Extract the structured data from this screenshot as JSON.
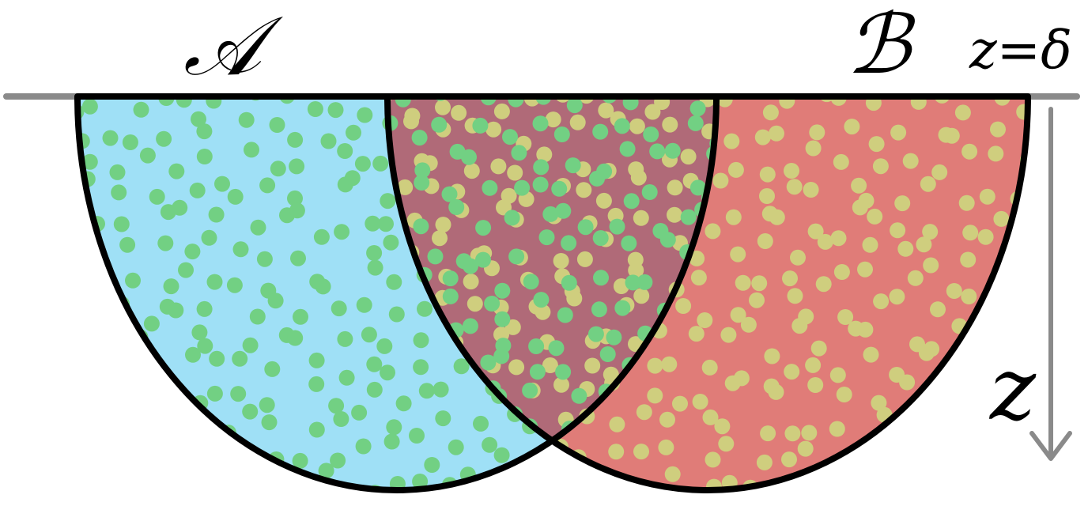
{
  "labels": {
    "region_a": "𝒜",
    "region_b": "ℬ",
    "surface": "z=δ",
    "depth_axis": "z"
  },
  "colors": {
    "region_a_fill": "#9FE0F6",
    "region_b_fill": "#E07C78",
    "overlap_fill": "#B06A78",
    "dots_a": "#72D083",
    "dots_b": "#CFCE7E",
    "outline": "#000000",
    "surface_line": "#8A8A8A",
    "axis_arrow": "#8A8A8A"
  }
}
